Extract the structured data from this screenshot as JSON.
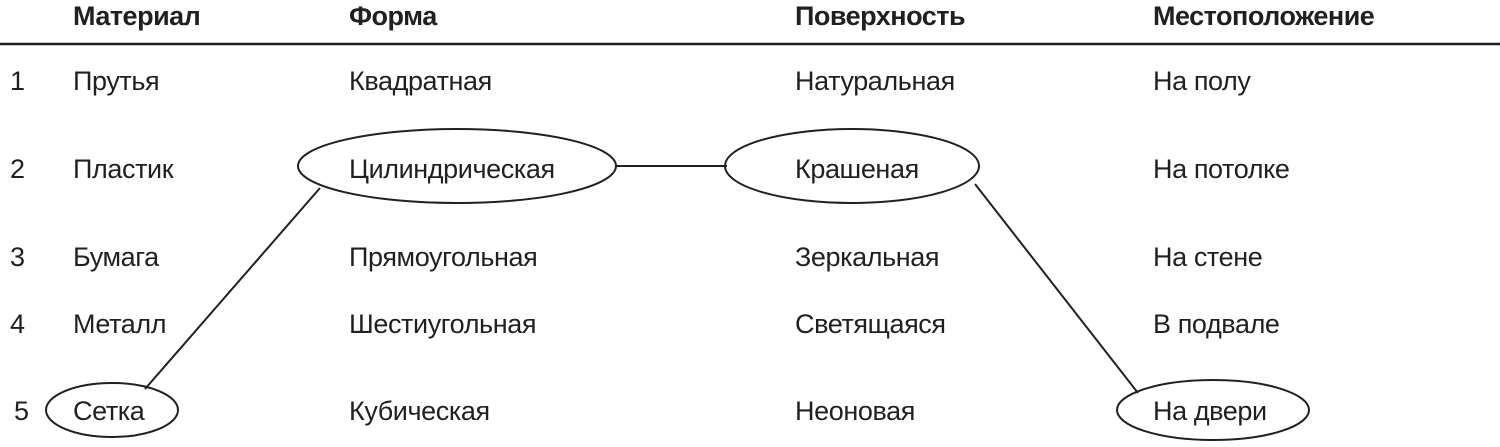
{
  "table": {
    "headers": [
      "Материал",
      "Форма",
      "Поверхность",
      "Местоположение"
    ],
    "rows": [
      {
        "num": "1",
        "cells": [
          "Прутья",
          "Квадратная",
          "Натуральная",
          "На полу"
        ]
      },
      {
        "num": "2",
        "cells": [
          "Пластик",
          "Цилиндрическая",
          "Крашеная",
          "На потолке"
        ]
      },
      {
        "num": "3",
        "cells": [
          "Бумага",
          "Прямоугольная",
          "Зеркальная",
          "На стене"
        ]
      },
      {
        "num": "4",
        "cells": [
          "Металл",
          "Шестиугольная",
          "Светящаяся",
          "В подвале"
        ]
      },
      {
        "num": "5",
        "cells": [
          "Сетка",
          "Кубическая",
          "Неоновая",
          "На двери"
        ]
      }
    ]
  },
  "selection": {
    "chosen": [
      {
        "column": "Материал",
        "value": "Сетка"
      },
      {
        "column": "Форма",
        "value": "Цилиндрическая"
      },
      {
        "column": "Поверхность",
        "value": "Крашеная"
      },
      {
        "column": "Местоположение",
        "value": "На двери"
      }
    ]
  }
}
